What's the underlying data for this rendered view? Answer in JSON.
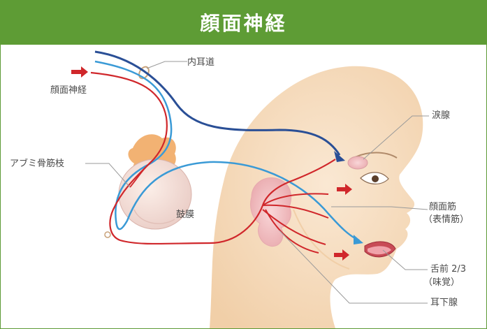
{
  "title": "顔面神経",
  "labels": {
    "facial_nerve": "顔面神経",
    "internal_auditory_canal": "内耳道",
    "stapedius_branch": "アブミ骨筋枝",
    "eardrum": "鼓膜",
    "lacrimal_gland": "涙腺",
    "facial_muscles": "顔面筋",
    "facial_muscles_sub": "（表情筋）",
    "tongue_front": "舌前 2/3",
    "tongue_front_sub": "（味覚）",
    "submandibular_gland": "耳下腺"
  },
  "colors": {
    "header_bg": "#5e9c35",
    "motor_nerve": "#d0272b",
    "parasympathetic_nerve": "#2a4f96",
    "sensory_nerve": "#3a9ad6",
    "skin": "#f6dcc0"
  }
}
